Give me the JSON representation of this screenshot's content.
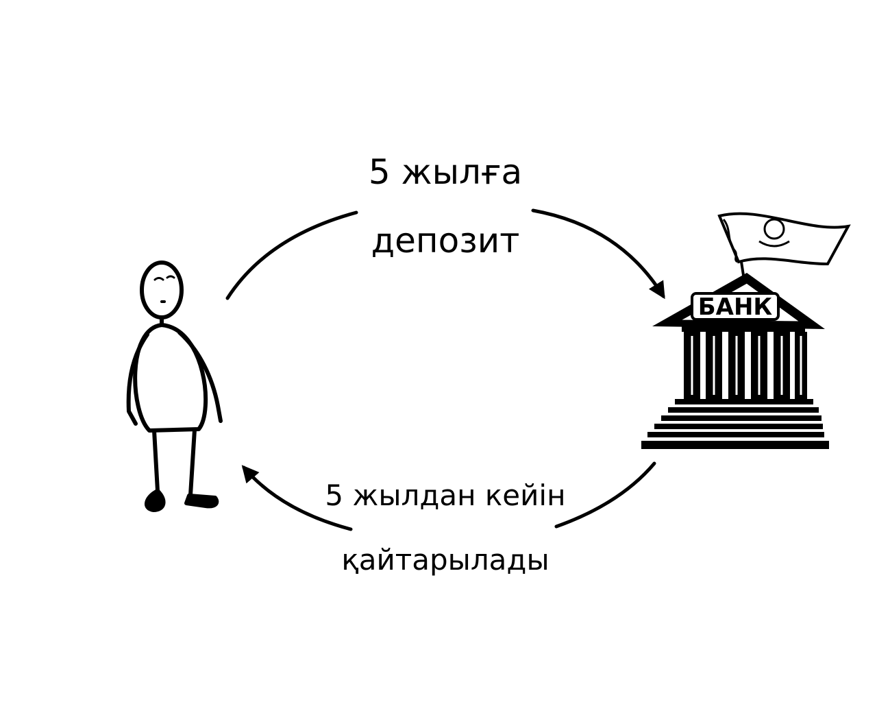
{
  "diagram": {
    "arrow_top": {
      "line1": "5 жылға",
      "line2": "депозит"
    },
    "arrow_bottom": {
      "line1": "5 жылдан кейін",
      "line2": "қайтарылады"
    },
    "bank_sign": "БАНК"
  },
  "colors": {
    "ink": "#000000",
    "background": "#ffffff"
  }
}
